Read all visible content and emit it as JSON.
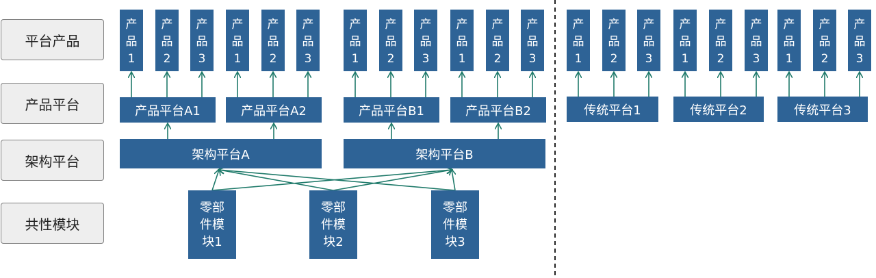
{
  "row_labels": [
    "平台产品",
    "产品平台",
    "架构平台",
    "共性模块"
  ],
  "product_char1": "产",
  "product_char2": "品",
  "product_numbers": [
    "1",
    "2",
    "3",
    "1",
    "2",
    "3",
    "1",
    "2",
    "3",
    "1",
    "2",
    "3",
    "1",
    "2",
    "3",
    "1",
    "2",
    "3",
    "1",
    "2",
    "3"
  ],
  "product_platforms": [
    "产品平台A1",
    "产品平台A2",
    "产品平台B1",
    "产品平台B2"
  ],
  "traditional_platforms": [
    "传统平台1",
    "传统平台2",
    "传统平台3"
  ],
  "architecture_platforms": [
    "架构平台A",
    "架构平台B"
  ],
  "modules": [
    {
      "line1": "零部",
      "line2": "件模",
      "line3": "块1"
    },
    {
      "line1": "零部",
      "line2": "件模",
      "line3": "块2"
    },
    {
      "line1": "零部",
      "line2": "件模",
      "line3": "块3"
    }
  ],
  "colors": {
    "box": "#2e6396",
    "arrow": "#1f7a6a",
    "label_bg": "#eeeeee"
  }
}
